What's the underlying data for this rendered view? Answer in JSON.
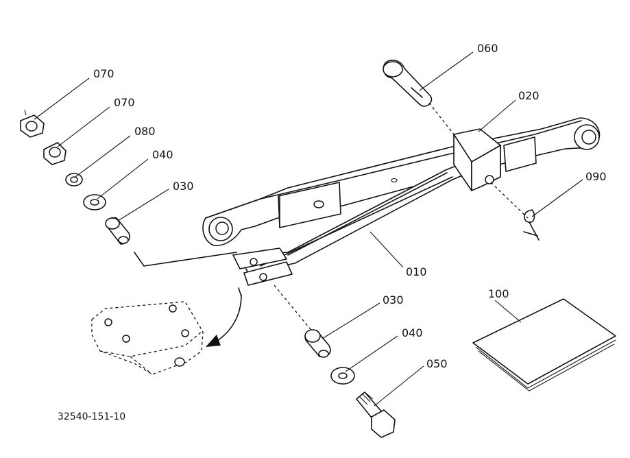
{
  "labels": {
    "p070a": "070",
    "p070b": "070",
    "p080": "080",
    "p040a": "040",
    "p030a": "030",
    "p060": "060",
    "p020": "020",
    "p090": "090",
    "p010": "010",
    "p030b": "030",
    "p040b": "040",
    "p050": "050",
    "p100": "100"
  },
  "drawing_number": "32540-151-10"
}
